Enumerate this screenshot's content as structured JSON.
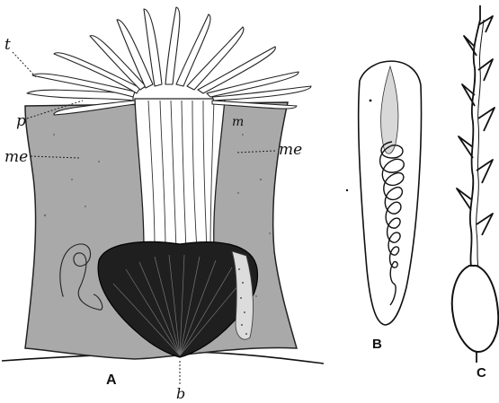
{
  "figure": {
    "panels": [
      {
        "id": "A",
        "label": "A"
      },
      {
        "id": "B",
        "label": "B"
      },
      {
        "id": "C",
        "label": "C"
      }
    ],
    "annotations": {
      "t": "t",
      "p": "p",
      "me_left": "me",
      "me_right": "me",
      "m": "m",
      "b": "b"
    },
    "colors": {
      "ink": "#111111",
      "body_tissue": "#a9a9a9",
      "gut_mass": "#1f1f1f",
      "background": "#ffffff"
    }
  }
}
